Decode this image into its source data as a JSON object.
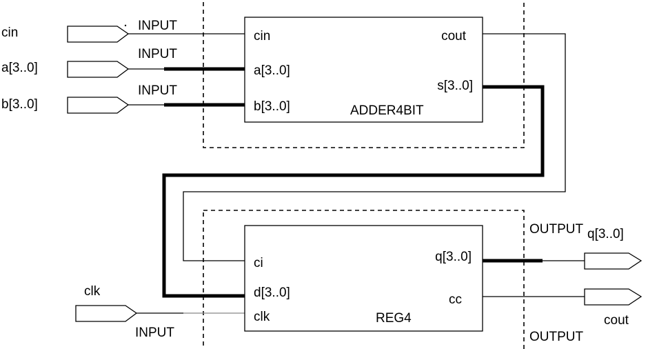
{
  "inputs": {
    "cin": {
      "name": "cin",
      "type": "INPUT"
    },
    "a": {
      "name": "a[3..0]",
      "type": "INPUT"
    },
    "b": {
      "name": "b[3..0]",
      "type": "INPUT"
    },
    "clk": {
      "name": "clk",
      "type": "INPUT"
    }
  },
  "outputs": {
    "q": {
      "name": "q[3..0]",
      "type": "OUTPUT"
    },
    "cout": {
      "name": "cout",
      "type": "OUTPUT"
    }
  },
  "adder": {
    "name": "ADDER4BIT",
    "ports": {
      "cin": "cin",
      "a": "a[3..0]",
      "b": "b[3..0]",
      "cout": "cout",
      "s": "s[3..0]"
    }
  },
  "reg": {
    "name": "REG4",
    "ports": {
      "ci": "ci",
      "d": "d[3..0]",
      "clk": "clk",
      "q": "q[3..0]",
      "cc": "cc"
    }
  }
}
